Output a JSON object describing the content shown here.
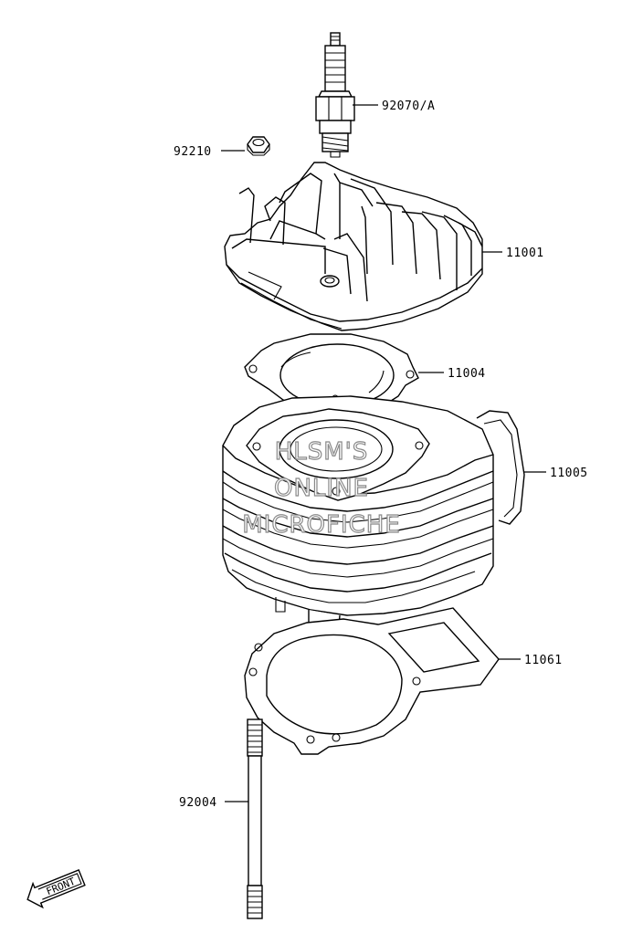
{
  "parts": [
    {
      "number": "92070/A",
      "part": "spark-plug"
    },
    {
      "number": "92210",
      "part": "nut"
    },
    {
      "number": "11001",
      "part": "cylinder-head"
    },
    {
      "number": "11004",
      "part": "head-gasket"
    },
    {
      "number": "11005",
      "part": "cylinder"
    },
    {
      "number": "11061",
      "part": "base-gasket"
    },
    {
      "number": "92004",
      "part": "stud"
    }
  ],
  "watermark": [
    "HLSM'S",
    "ONLINE",
    "MICROFICHE"
  ],
  "front_indicator": "FRONT",
  "colors": {
    "line": "#000000",
    "background": "#ffffff",
    "watermark": "#8a8a8a"
  }
}
